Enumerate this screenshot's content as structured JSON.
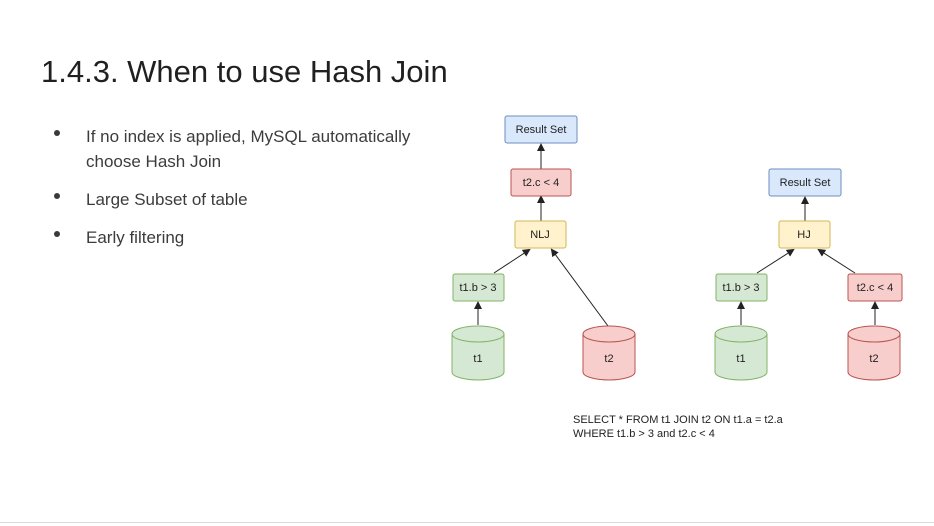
{
  "slide": {
    "title": "1.4.3. When to use Hash Join",
    "bullets": [
      "If no index is applied, MySQL automatically choose Hash Join",
      "Large Subset of table",
      "Early filtering"
    ]
  },
  "diagram": {
    "left_plan": {
      "result": "Result Set",
      "filter_top": "t2.c < 4",
      "join": "NLJ",
      "filter_left": "t1.b > 3",
      "table_left": "t1",
      "table_right": "t2"
    },
    "right_plan": {
      "result": "Result Set",
      "join": "HJ",
      "filter_left": "t1.b > 3",
      "filter_right": "t2.c < 4",
      "table_left": "t1",
      "table_right": "t2"
    },
    "query_lines": [
      "SELECT * FROM t1 JOIN t2 ON t1.a = t2.a",
      "WHERE t1.b > 3 and t2.c < 4"
    ]
  },
  "colors": {
    "blue_fill": "#dae8fc",
    "blue_stroke": "#6c8ebf",
    "red_fill": "#f8cecc",
    "red_stroke": "#b85450",
    "yellow_fill": "#fff2cc",
    "yellow_stroke": "#d6b656",
    "green_fill": "#d5e8d4",
    "green_stroke": "#82b366"
  }
}
